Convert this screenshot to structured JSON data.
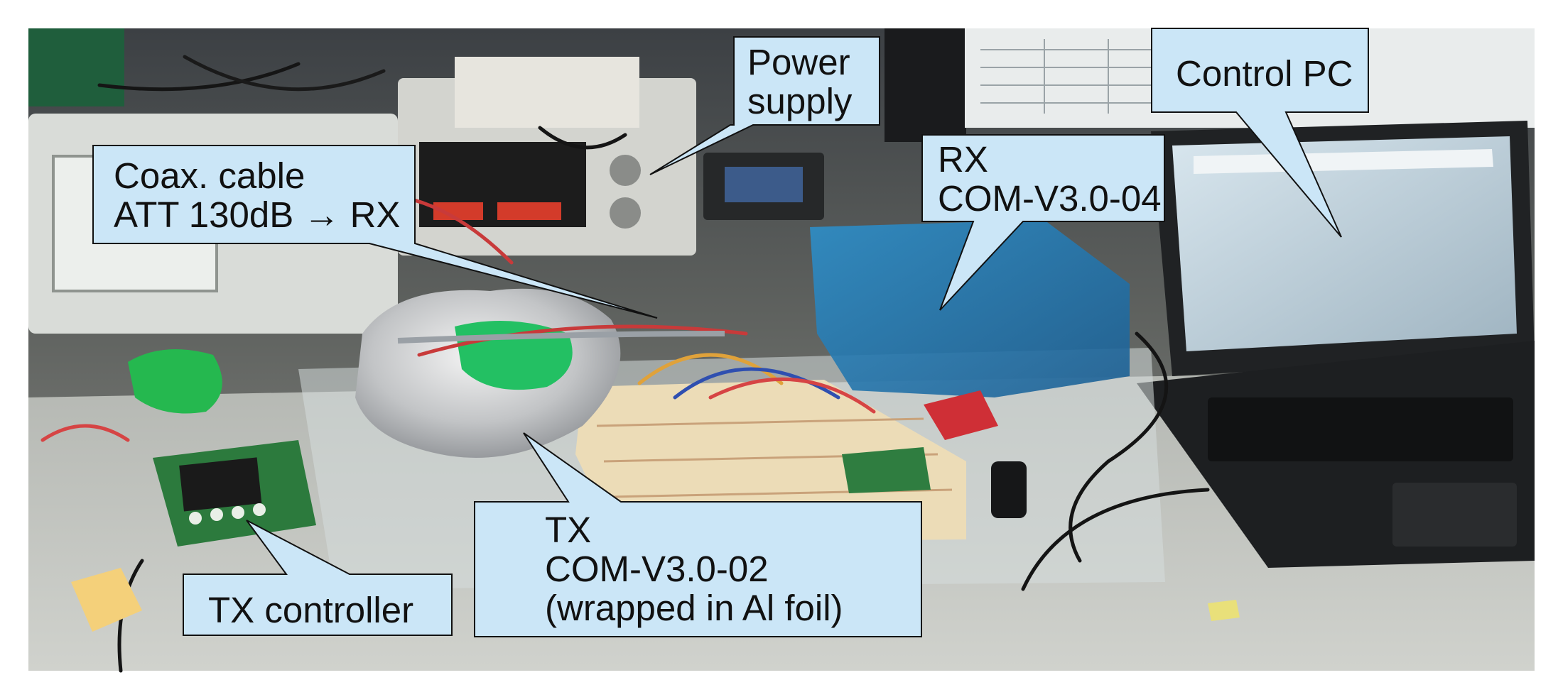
{
  "labels": {
    "power_supply": "Power\nsupply",
    "control_pc": "Control PC",
    "coax_cable": "Coax. cable\nATT 130dB → RX",
    "rx": "RX\nCOM-V3.0-04",
    "tx": "TX\nCOM-V3.0-02\n(wrapped in Al foil)",
    "tx_controller": "TX controller"
  },
  "colors": {
    "callout_fill": "#cbe6f7",
    "callout_stroke": "#111111",
    "frame": "#ffffff"
  }
}
